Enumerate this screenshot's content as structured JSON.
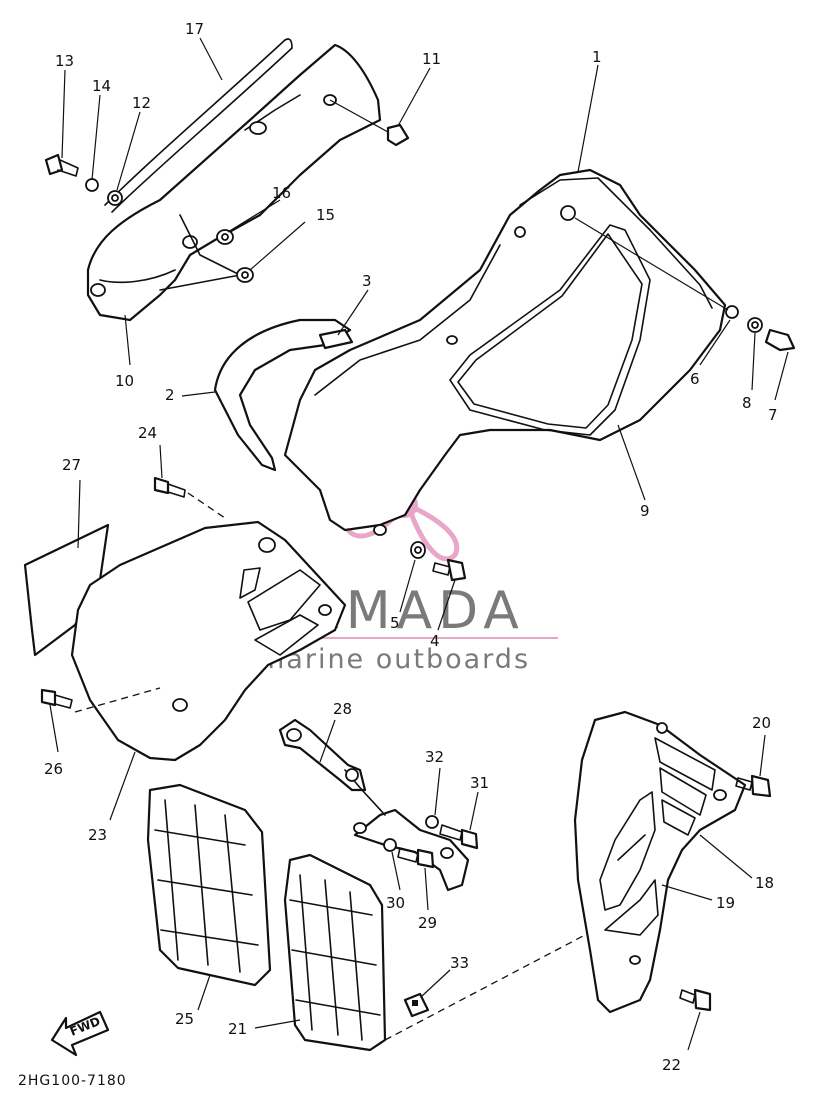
{
  "diagram": {
    "drawing_code": "2HG100-7180",
    "direction_arrow_label": "FWD",
    "watermark": {
      "brand": "ARMADA",
      "tagline": "marine outboards",
      "accent_color": "#e8a6c8"
    },
    "callouts": [
      {
        "id": "c1",
        "label": "1"
      },
      {
        "id": "c2",
        "label": "2"
      },
      {
        "id": "c3",
        "label": "3"
      },
      {
        "id": "c4",
        "label": "4"
      },
      {
        "id": "c5",
        "label": "5"
      },
      {
        "id": "c6",
        "label": "6"
      },
      {
        "id": "c7",
        "label": "7"
      },
      {
        "id": "c8",
        "label": "8"
      },
      {
        "id": "c9",
        "label": "9"
      },
      {
        "id": "c10",
        "label": "10"
      },
      {
        "id": "c11",
        "label": "11"
      },
      {
        "id": "c12",
        "label": "12"
      },
      {
        "id": "c13",
        "label": "13"
      },
      {
        "id": "c14",
        "label": "14"
      },
      {
        "id": "c15",
        "label": "15"
      },
      {
        "id": "c16",
        "label": "16"
      },
      {
        "id": "c17",
        "label": "17"
      },
      {
        "id": "c18",
        "label": "18"
      },
      {
        "id": "c19",
        "label": "19"
      },
      {
        "id": "c20",
        "label": "20"
      },
      {
        "id": "c21",
        "label": "21"
      },
      {
        "id": "c22",
        "label": "22"
      },
      {
        "id": "c23",
        "label": "23"
      },
      {
        "id": "c24",
        "label": "24"
      },
      {
        "id": "c25",
        "label": "25"
      },
      {
        "id": "c26",
        "label": "26"
      },
      {
        "id": "c27",
        "label": "27"
      },
      {
        "id": "c28",
        "label": "28"
      },
      {
        "id": "c29",
        "label": "29"
      },
      {
        "id": "c30",
        "label": "30"
      },
      {
        "id": "c31",
        "label": "31"
      },
      {
        "id": "c32",
        "label": "32"
      },
      {
        "id": "c33",
        "label": "33"
      }
    ]
  }
}
